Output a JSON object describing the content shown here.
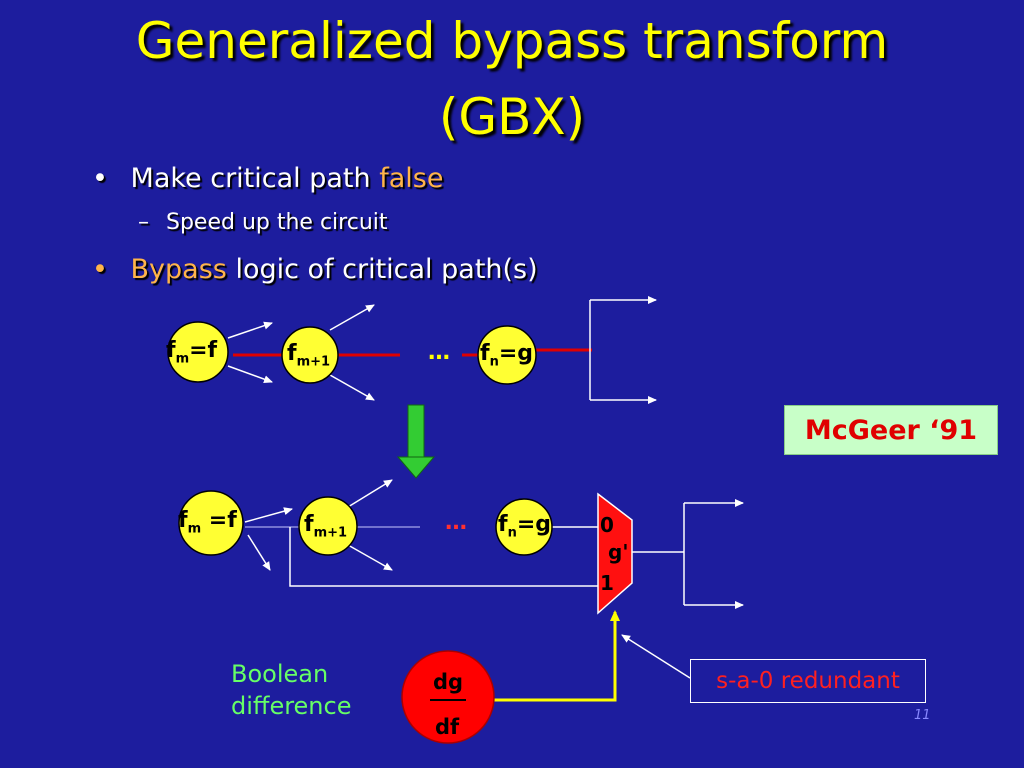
{
  "title": {
    "line1": "Generalized bypass transform",
    "line2": "(GBX)"
  },
  "bullets": [
    {
      "marker": "•",
      "text": "Make critical path ",
      "highlight": "false"
    },
    {
      "marker": "–",
      "text": "Speed up the circuit"
    },
    {
      "marker": "•",
      "highlight": "Bypass",
      "text": " logic of critical path(s)"
    }
  ],
  "top_diagram": {
    "node1": {
      "main": "f",
      "sub": "m",
      "rest": "=f"
    },
    "node2": {
      "main": "f",
      "sub": "m+1"
    },
    "ellipsis": "…",
    "node3": {
      "main": "f",
      "sub": "n",
      "rest": "=g"
    }
  },
  "bottom_diagram": {
    "node1": {
      "main": "f",
      "sub": "m",
      "rest": " =f"
    },
    "node2": {
      "main": "f",
      "sub": "m+1"
    },
    "ellipsis": "…",
    "node3": {
      "main": "f",
      "sub": "n",
      "rest": "=g"
    },
    "mux": {
      "in0": "0",
      "out": "g'",
      "in1": "1"
    },
    "diff_node": {
      "top": "dg",
      "bottom": "df"
    }
  },
  "annotations": {
    "mcgeer": "McGeer ‘91",
    "redundant": "s-a-0 redundant",
    "boolean_line1": "Boolean",
    "boolean_line2": "difference"
  },
  "page_number": "11",
  "colors": {
    "background": "#1d1d9e",
    "title": "#ffff00",
    "node": "#ffff33",
    "critical_path": "#e00000",
    "arrow_down": "#33cc33",
    "mux": "#ff0000"
  }
}
